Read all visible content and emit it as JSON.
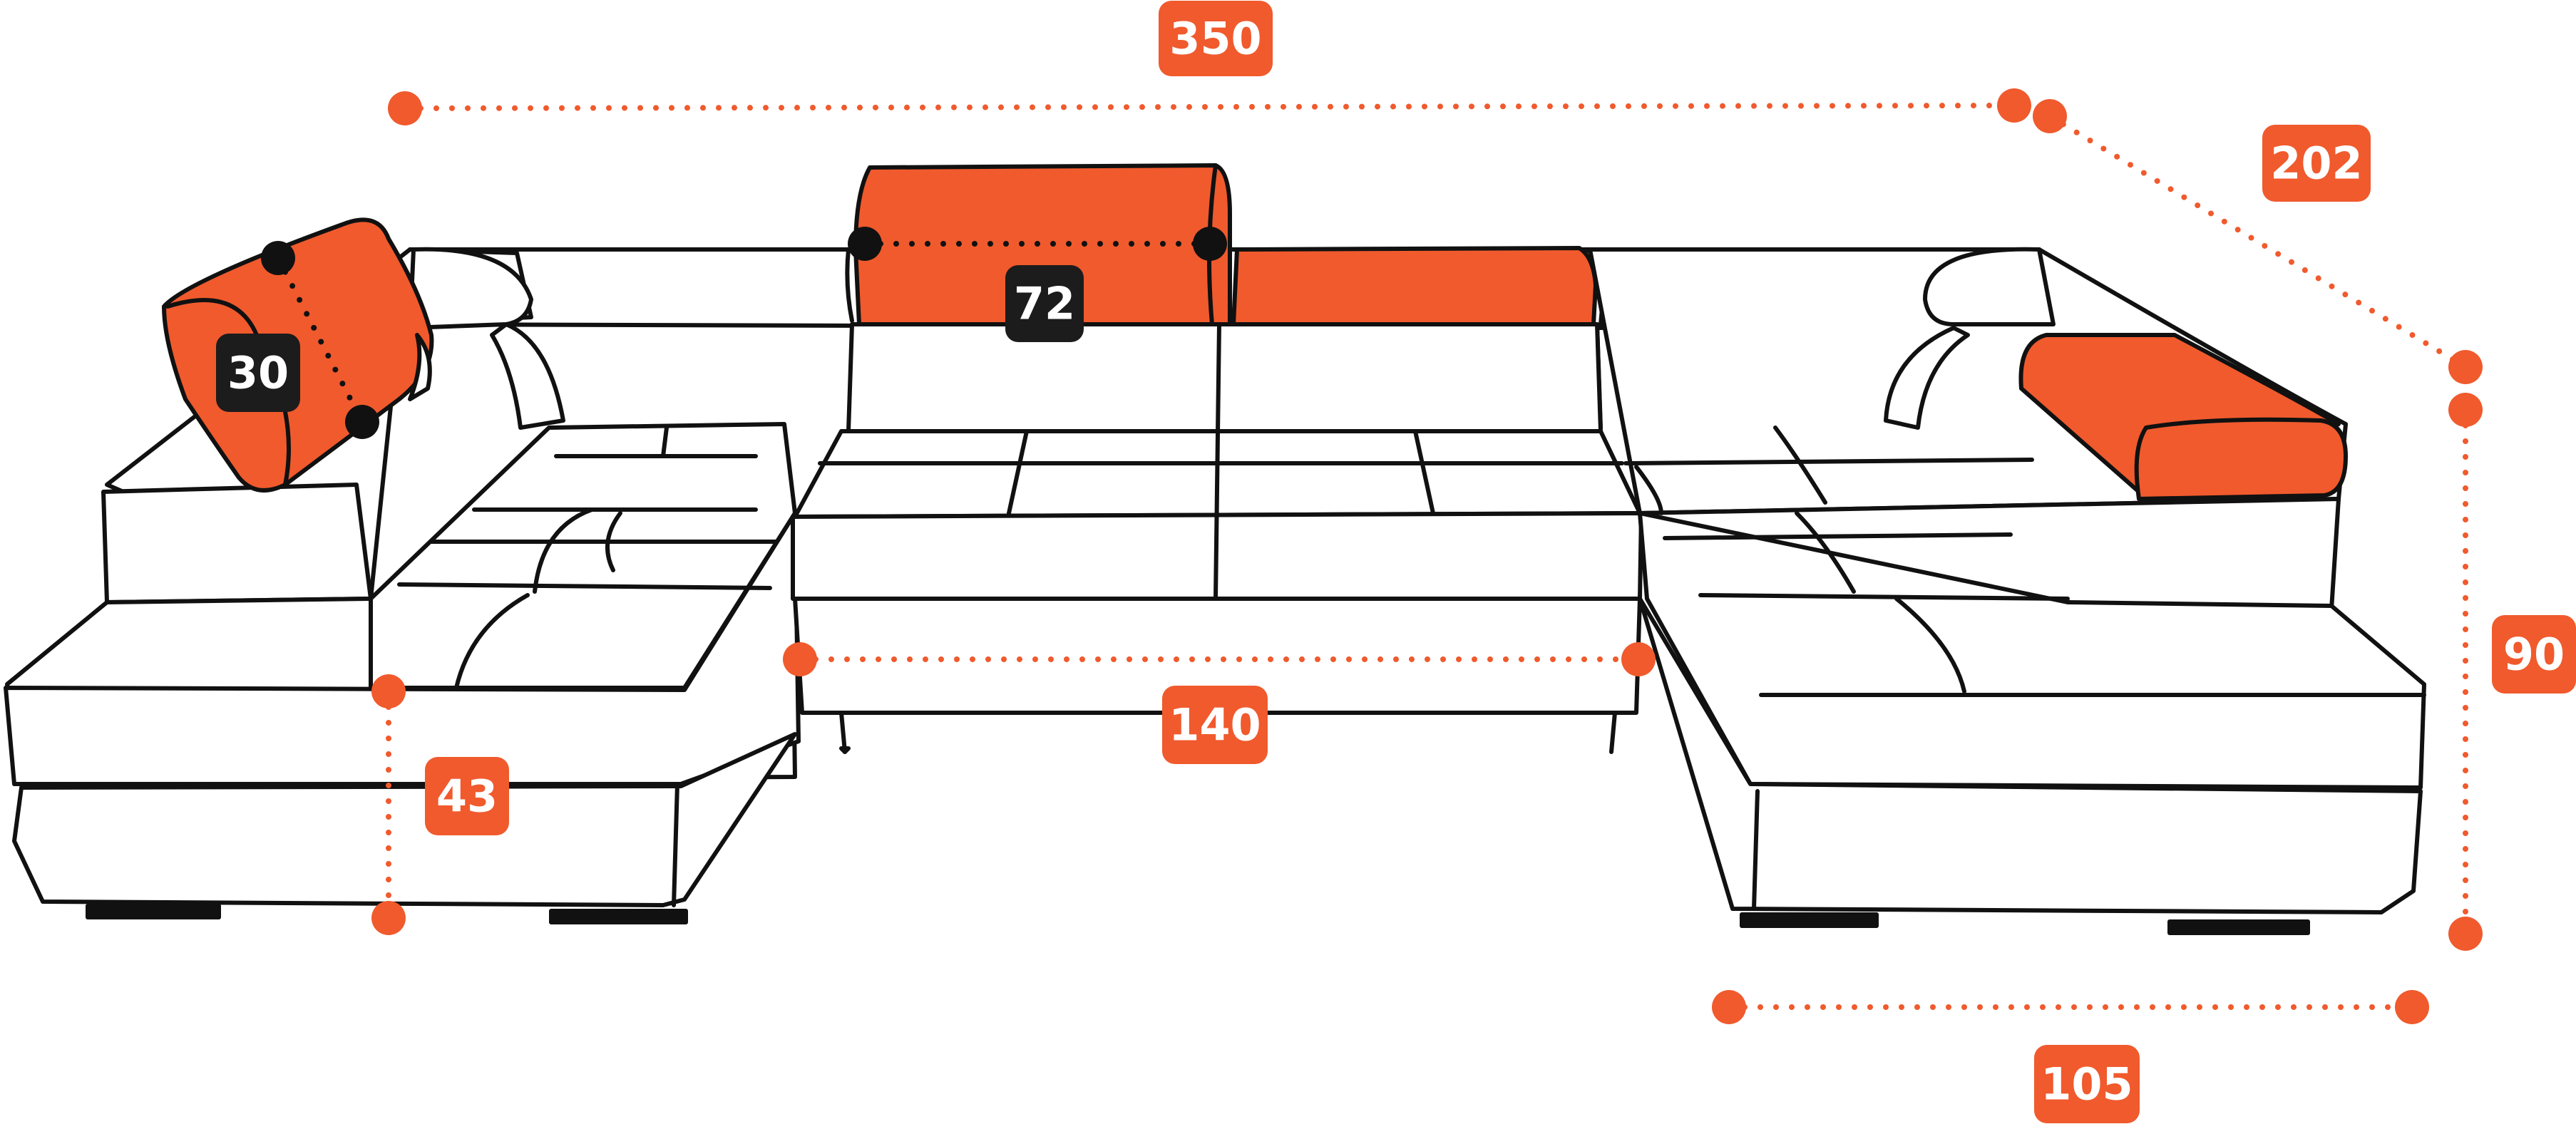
{
  "colors": {
    "accent": "#f05a2d",
    "outline": "#111111",
    "dark_badge": "#1c1c1c",
    "background": "#ffffff"
  },
  "dimensions": {
    "total_width": "350",
    "side_depth": "202",
    "headrest_height": "30",
    "headrest_width": "72",
    "total_height": "90",
    "seat_height": "43",
    "sleeping_area_width": "140",
    "chaise_width": "105"
  }
}
